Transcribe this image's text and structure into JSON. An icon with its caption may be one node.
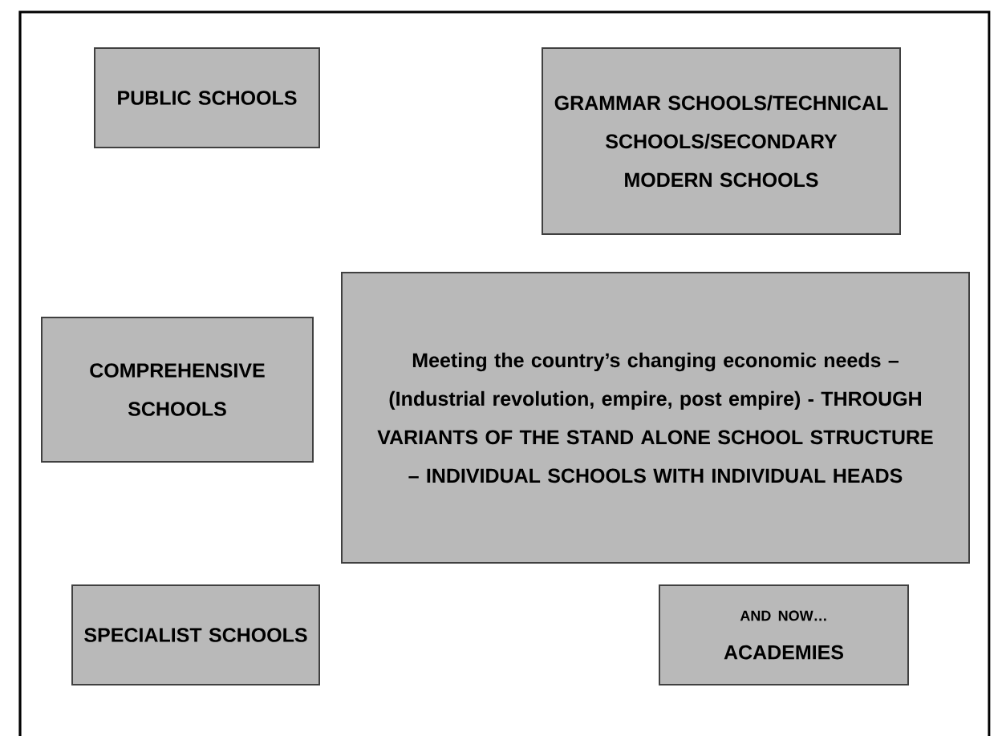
{
  "diagram": {
    "nodes": [
      {
        "text": [
          "PUBLIC SCHOOLS"
        ]
      },
      {
        "text": [
          "GRAMMAR SCHOOLS/TECHNICAL SCHOOLS/SECONDARY MODERN SCHOOLS"
        ]
      },
      {
        "text": [
          "COMPREHENSIVE SCHOOLS"
        ]
      },
      {
        "text": [
          "Meeting the country’s changing economic needs – (Industrial revolution, empire, post empire) - THROUGH VARIANTS OF THE STAND ALONE SCHOOL STRUCTURE – INDIVIDUAL SCHOOLS WITH INDIVIDUAL HEADS"
        ]
      },
      {
        "text": [
          "SPECIALIST SCHOOLS"
        ]
      },
      {
        "text": [
          "AND NOW…",
          "ACADEMIES"
        ]
      }
    ]
  }
}
